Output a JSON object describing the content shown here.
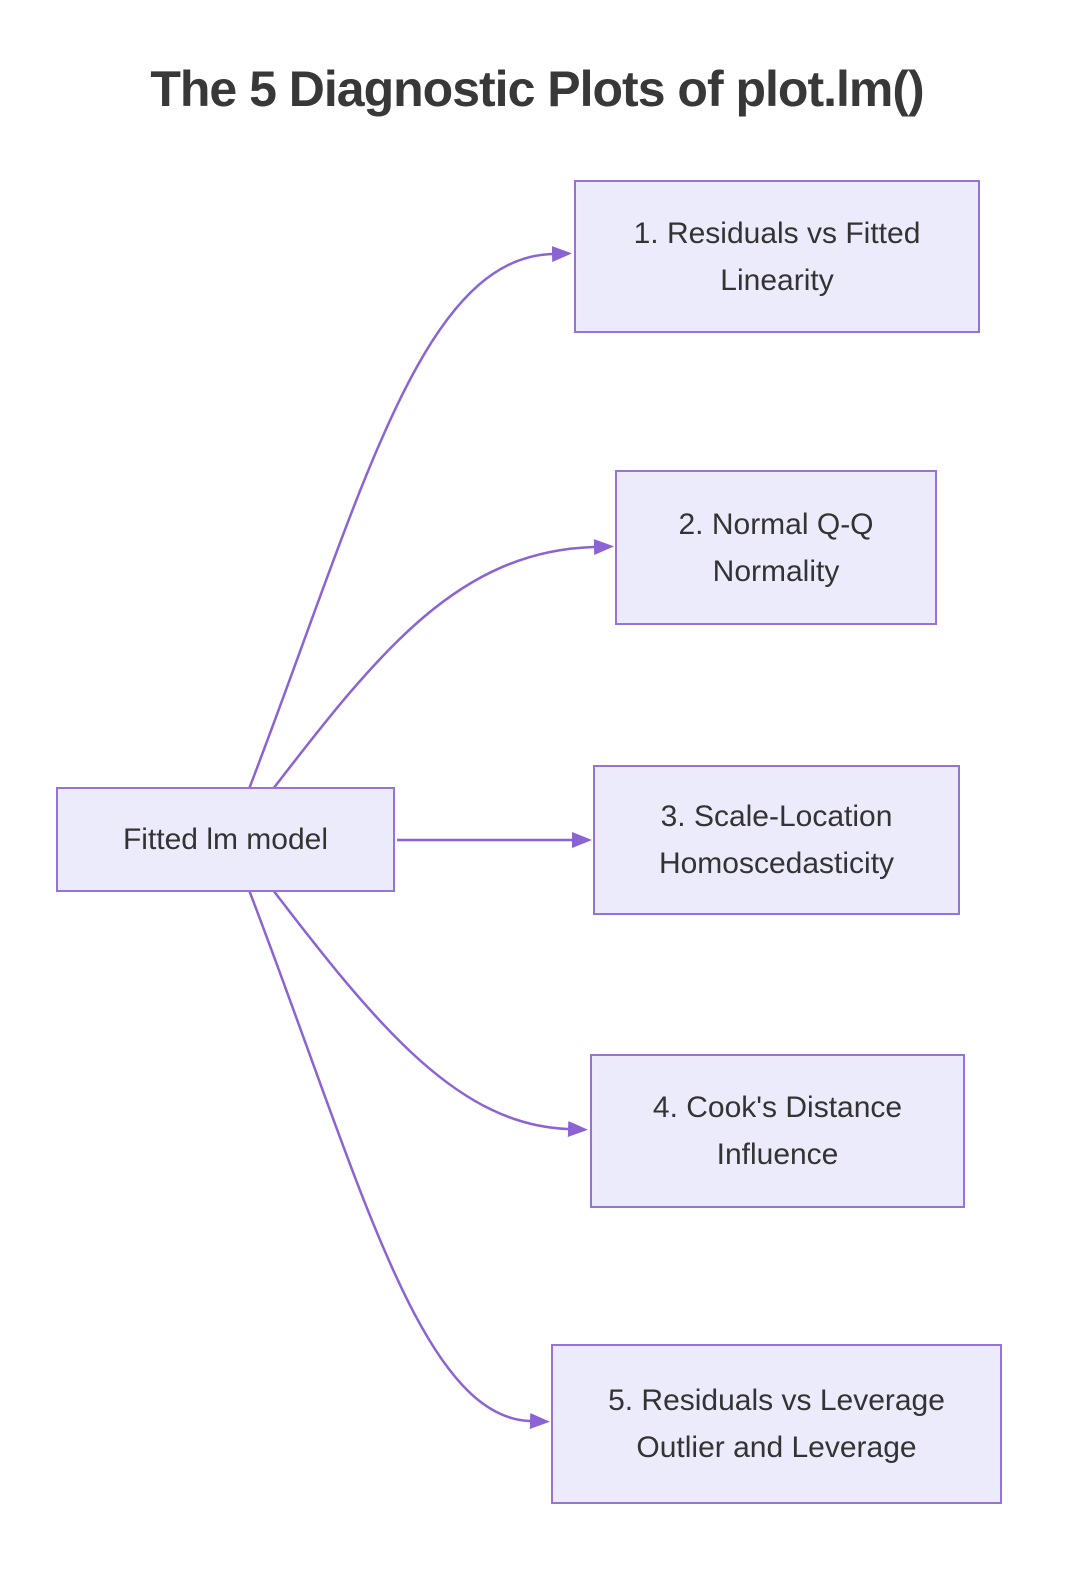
{
  "title": "The 5 Diagnostic Plots of plot.lm()",
  "root_node": {
    "label": "Fitted lm model"
  },
  "plots": [
    {
      "name": "1. Residuals vs Fitted",
      "purpose": "Linearity"
    },
    {
      "name": "2. Normal Q-Q",
      "purpose": "Normality"
    },
    {
      "name": "3. Scale-Location",
      "purpose": "Homoscedasticity"
    },
    {
      "name": "4. Cook's Distance",
      "purpose": "Influence"
    },
    {
      "name": "5. Residuals vs Leverage",
      "purpose": "Outlier and Leverage"
    }
  ],
  "colors": {
    "node_fill": "#ECEBFB",
    "node_border": "#9673DB",
    "edge": "#8A63D4",
    "text": "#333333",
    "title_text": "#383838",
    "background": "#FFFFFF"
  }
}
